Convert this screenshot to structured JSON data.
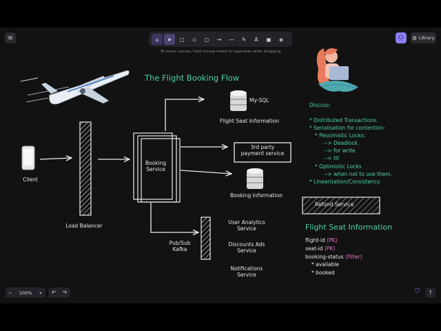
{
  "toolbar": {
    "hint": "To move canvas, hold mouse wheel or spacebar while dragging",
    "library_label": "Library",
    "tools": [
      {
        "name": "lock-icon",
        "glyph": "⌂"
      },
      {
        "name": "selection-icon",
        "glyph": "➤"
      },
      {
        "name": "rectangle-icon",
        "glyph": "▢"
      },
      {
        "name": "diamond-icon",
        "glyph": "◇"
      },
      {
        "name": "ellipse-icon",
        "glyph": "○"
      },
      {
        "name": "arrow-icon",
        "glyph": "→"
      },
      {
        "name": "line-icon",
        "glyph": "—"
      },
      {
        "name": "draw-icon",
        "glyph": "✎"
      },
      {
        "name": "text-icon",
        "glyph": "A"
      },
      {
        "name": "image-icon",
        "glyph": "▣"
      },
      {
        "name": "eraser-icon",
        "glyph": "◈"
      }
    ]
  },
  "footer": {
    "zoom": "100%",
    "zoom_out": "−",
    "zoom_in": "+",
    "undo": "↶",
    "redo": "↷"
  },
  "diagram": {
    "title": "The Flight Booking Flow",
    "client": "Client",
    "load_balancer": "Load Balancer",
    "booking_service": [
      "Booking",
      "Service"
    ],
    "mysql": "My-SQL",
    "flight_seat_info": "Flight Seat Information",
    "third_party": [
      "3rd party",
      "payment service"
    ],
    "booking_info": "Booking Information",
    "pubsub": [
      "Pub/Sub",
      "Kafka"
    ],
    "consumers": [
      [
        "User Analytics",
        "Service"
      ],
      [
        "Discounts Ads",
        "Service"
      ],
      [
        "Notifications",
        "Service"
      ]
    ],
    "refund_service": "Refund Service"
  },
  "notes": {
    "heading": "Discuss:",
    "lines": [
      "* Distributed Transactions.",
      "* Serialisation for contention:",
      "* Pessimistic Locks:",
      "--> Deadlock.",
      "--> for write",
      "--> ttl",
      "* Optimistic Locks",
      "--> when not to use them.",
      "* Linearisation/Consistency."
    ]
  },
  "schema": {
    "title": "Flight Seat Information",
    "fields": [
      {
        "name": "flight-id",
        "tag": "(PK)"
      },
      {
        "name": "seat-id",
        "tag": "(PK)"
      },
      {
        "name": "booking-status",
        "tag": "(Filter)"
      }
    ],
    "values": [
      "* available",
      "* booked"
    ]
  },
  "colors": {
    "accent": "#4fd1a6",
    "tag": "#e879c9",
    "tool_active": "#7c6ff0"
  }
}
